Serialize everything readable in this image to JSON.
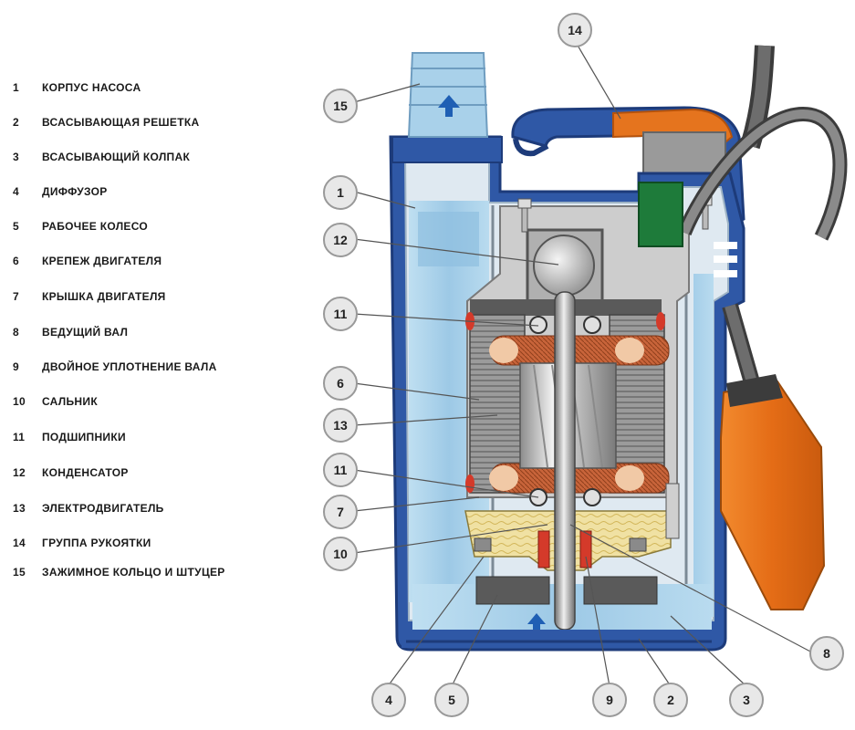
{
  "legend": [
    {
      "num": "1",
      "label": "КОРПУС НАСОСА"
    },
    {
      "num": "2",
      "label": "ВСАСЫВАЮЩАЯ РЕШЕТКА"
    },
    {
      "num": "3",
      "label": "ВСАСЫВАЮЩИЙ КОЛПАК"
    },
    {
      "num": "4",
      "label": "ДИФФУЗОР"
    },
    {
      "num": "5",
      "label": "РАБОЧЕЕ КОЛЕСО"
    },
    {
      "num": "6",
      "label": "КРЕПЕЖ ДВИГАТЕЛЯ"
    },
    {
      "num": "7",
      "label": "КРЫШКА ДВИГАТЕЛЯ"
    },
    {
      "num": "8",
      "label": "ВЕДУЩИЙ ВАЛ"
    },
    {
      "num": "9",
      "label": "ДВОЙНОЕ УПЛОТНЕНИЕ ВАЛА"
    },
    {
      "num": "10",
      "label": "САЛЬНИК"
    },
    {
      "num": "11",
      "label": "ПОДШИПНИКИ"
    },
    {
      "num": "12",
      "label": "КОНДЕНСАТОР"
    },
    {
      "num": "13",
      "label": "ЭЛЕКТРОДВИГАТЕЛЬ"
    },
    {
      "num": "14",
      "label": "ГРУППА РУКОЯТКИ"
    },
    {
      "num": "15",
      "label": "ЗАЖИМНОЕ КОЛЬЦО И ШТУЦЕР"
    }
  ],
  "callouts": [
    "15",
    "1",
    "12",
    "11",
    "6",
    "13",
    "11",
    "7",
    "10",
    "14",
    "8",
    "4",
    "5",
    "9",
    "2",
    "3"
  ],
  "colors": {
    "housing_blue": "#2f58a6",
    "water_blue": "#a9d1ea",
    "light_blue": "#cfe6f4",
    "motor_gray": "#c9c9c9",
    "dark_gray": "#595959",
    "copper": "#c8643a",
    "float_orange": "#e5741e",
    "oil_yellow": "#f0e1a3",
    "green": "#1e7b3a"
  }
}
